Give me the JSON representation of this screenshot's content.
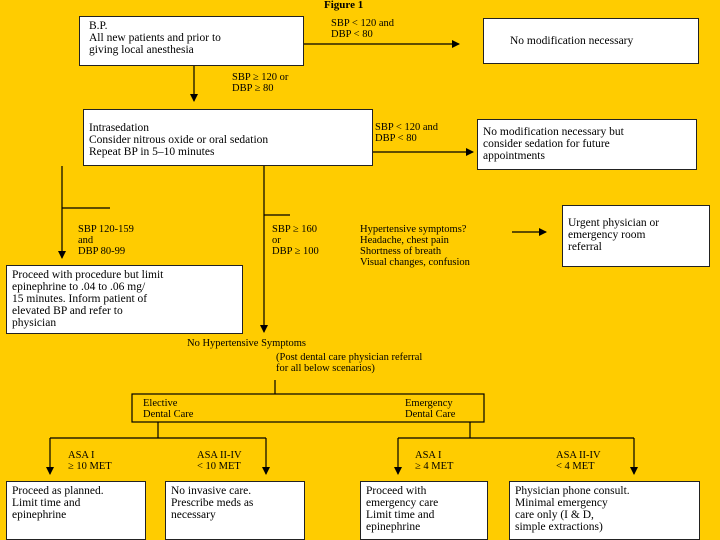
{
  "figure_title": "Figure 1",
  "boxes": {
    "bp": "B.P.\nAll new patients and prior to\ngiving local anesthesia",
    "no_mod_1": "No modification necessary",
    "intrasedation": "Intrasedation\nConsider nitrous oxide or oral sedation\nRepeat BP in 5–10 minutes",
    "no_mod_2": "No modification necessary but\nconsider sedation for future\nappointments",
    "urgent": "Urgent physician or\nemergency room\nreferral",
    "proceed_limit": "Proceed with procedure but limit\nepinephrine to .04 to .06 mg/\n15 minutes.  Inform patient of\nelevated BP and refer to\nphysician",
    "proceed_planned": "Proceed as planned.\nLimit time and\nepinephrine",
    "no_invasive": "No invasive care.\nPrescribe meds as\nnecessary",
    "proceed_emergency": "Proceed with\nemergency care\nLimit time and\nepinephrine",
    "phone_consult": "Physician phone consult.\nMinimal emergency\ncare only (I & D,\nsimple extractions)"
  },
  "labels": {
    "sbp_lt_120_a": "SBP < 120 and\nDBP < 80",
    "sbp_ge_120": "SBP ≥ 120 or\nDBP ≥ 80",
    "sbp_lt_120_b": "SBP < 120 and\nDBP < 80",
    "sbp_120_159": "SBP      120-159\n         and\nDBP        80-99",
    "sbp_ge_160": "SBP ≥ 160\n      or\nDBP ≥ 100",
    "hypertensive": "Hypertensive symptoms?\nHeadache, chest pain\nShortness of breath\nVisual changes, confusion",
    "no_symptoms": "No Hypertensive Symptoms",
    "post_dental": "(Post dental care physician referral\n  for all below scenarios)",
    "elective": "Elective\nDental Care",
    "emergency": "Emergency\nDental Care",
    "asa1_a": "ASA I\n≥ 10 MET",
    "asa2_a": "ASA II-IV\n< 10 MET",
    "asa1_b": "ASA I\n≥ 4 MET",
    "asa2_b": "ASA II-IV\n< 4 MET"
  }
}
